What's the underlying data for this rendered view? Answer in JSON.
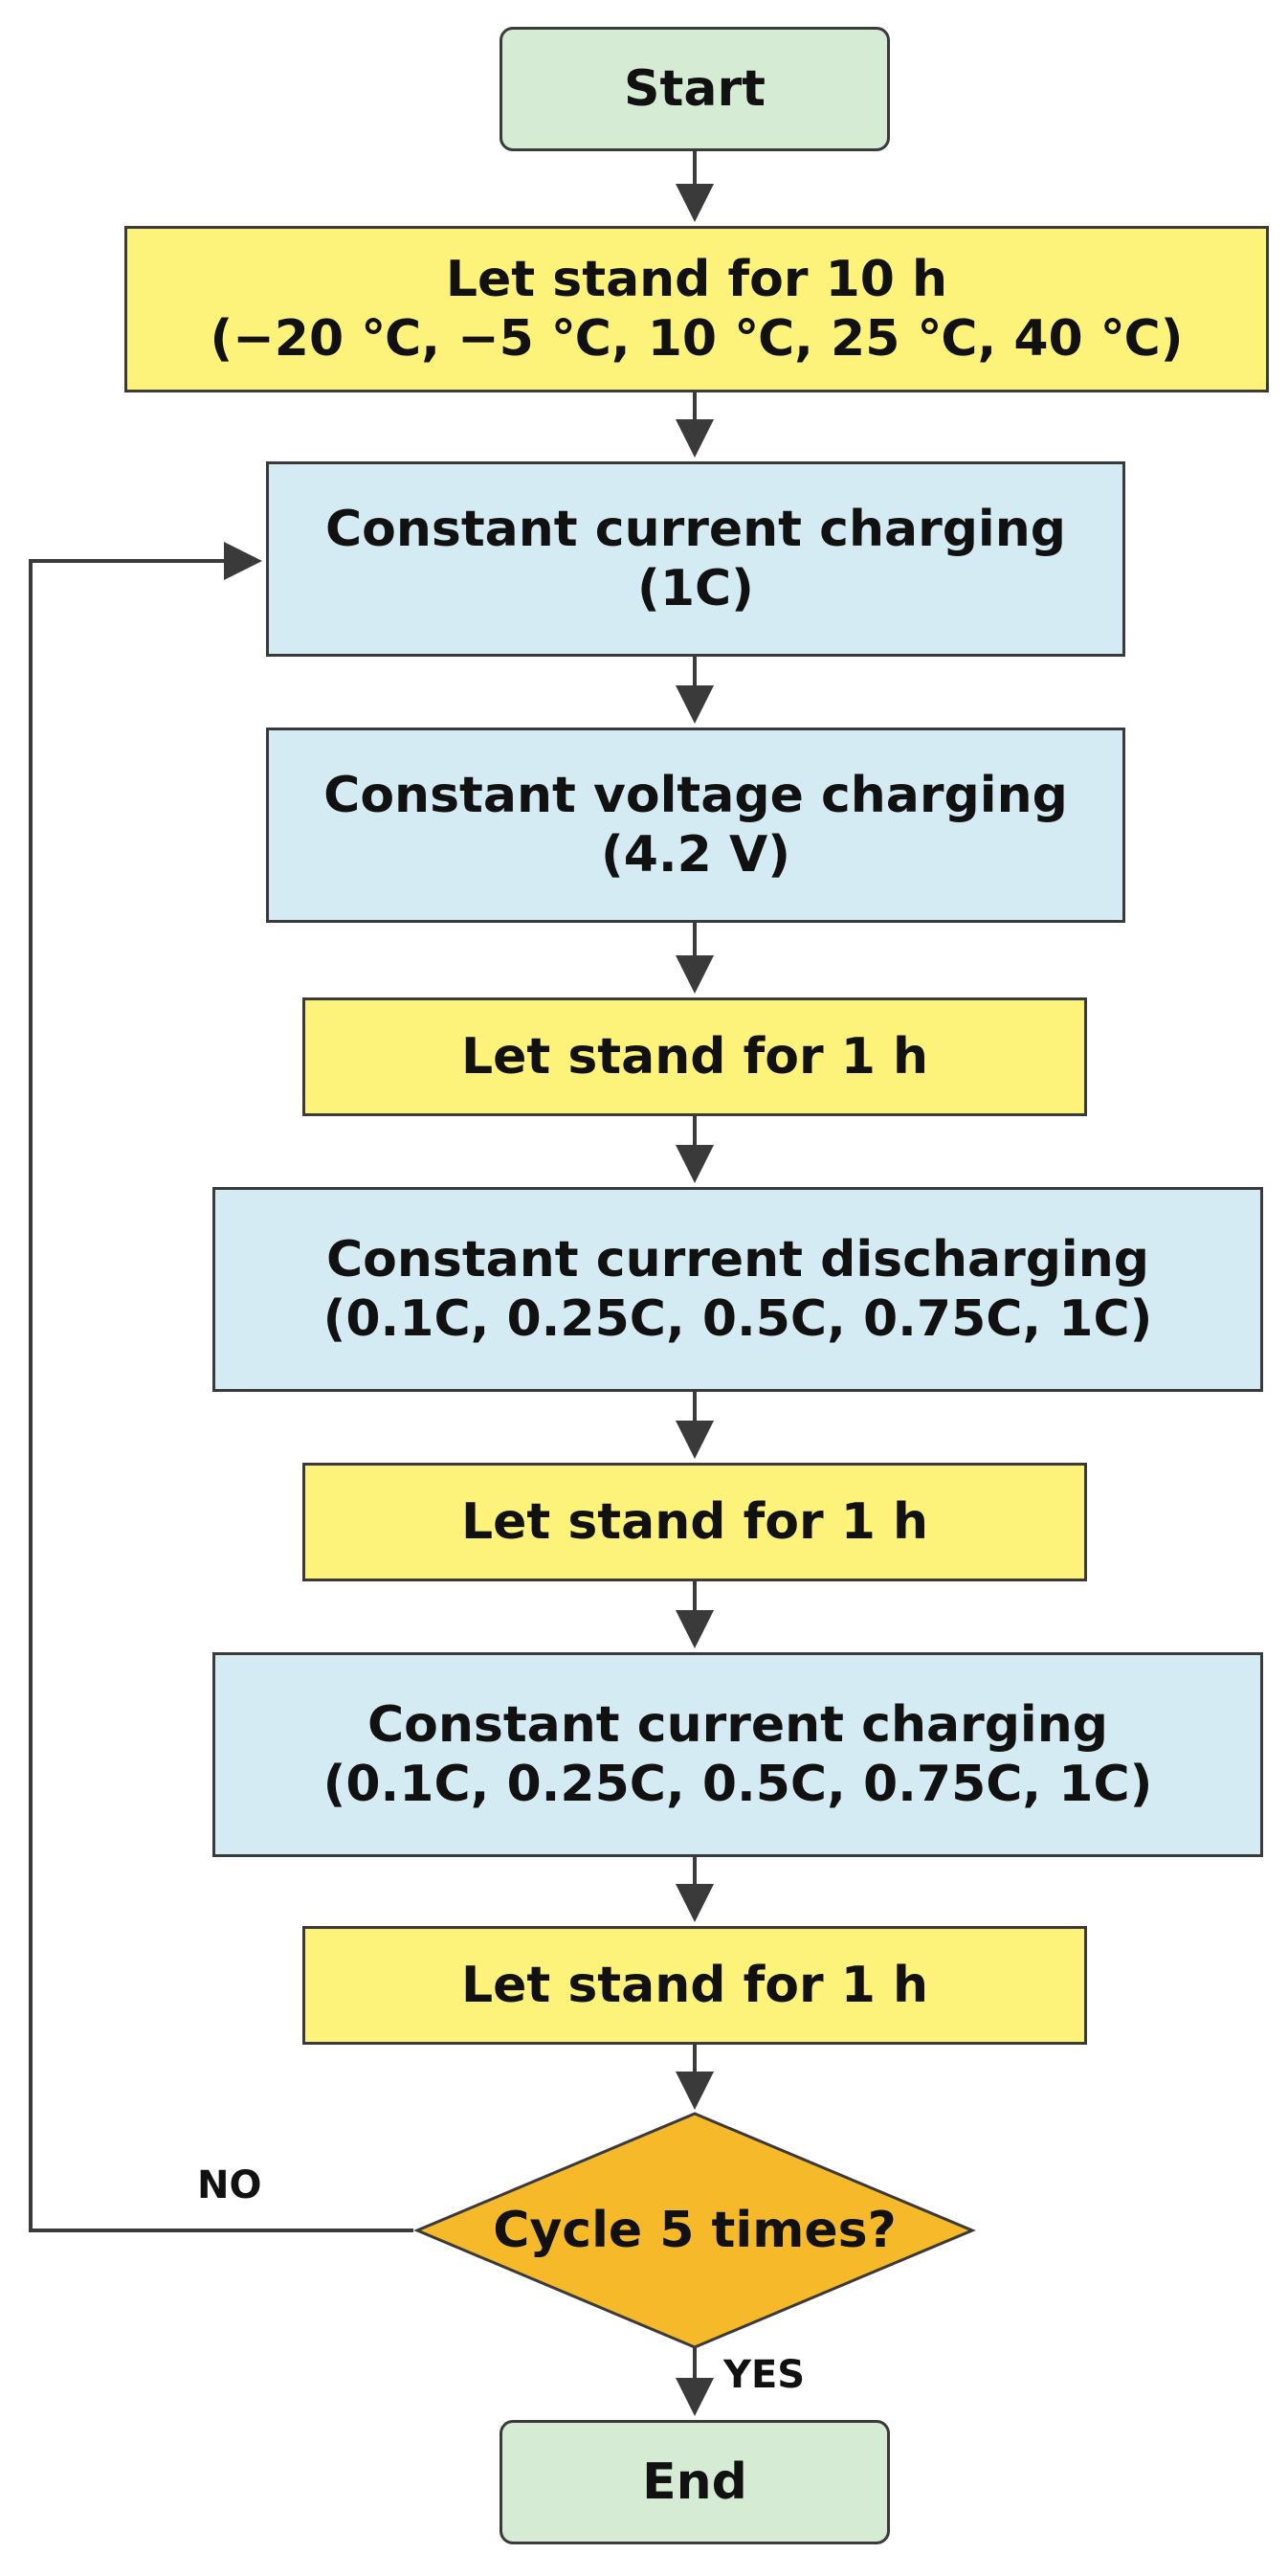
{
  "colors": {
    "terminal_fill": "#d5ebd3",
    "yellow_fill": "#fdf27a",
    "blue_fill": "#d4ebf3",
    "decision_fill": "#f6b92a",
    "stroke": "#3a3a3a"
  },
  "nodes": {
    "start": {
      "text": "Start"
    },
    "stand_10h": {
      "line1": "Let stand for 10 h",
      "line2": "(−20 ℃, −5 ℃, 10 ℃, 25 ℃, 40 ℃)"
    },
    "cc_charge_1c": {
      "line1": "Constant current charging",
      "line2": "(1C)"
    },
    "cv_charge": {
      "line1": "Constant voltage charging",
      "line2": "(4.2 V)"
    },
    "stand_1h_a": {
      "text": "Let stand for 1 h"
    },
    "cc_discharge": {
      "line1": "Constant current discharging",
      "line2": "(0.1C, 0.25C, 0.5C, 0.75C, 1C)"
    },
    "stand_1h_b": {
      "text": "Let stand for 1 h"
    },
    "cc_charge_multi": {
      "line1": "Constant current charging",
      "line2": "(0.1C, 0.25C, 0.5C, 0.75C, 1C)"
    },
    "stand_1h_c": {
      "text": "Let stand for 1 h"
    },
    "decision": {
      "text": "Cycle 5 times?"
    },
    "end": {
      "text": "End"
    }
  },
  "labels": {
    "no": "NO",
    "yes": "YES"
  }
}
